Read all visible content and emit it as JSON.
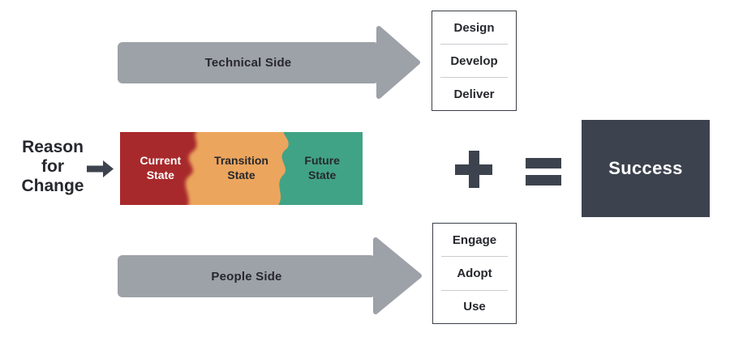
{
  "colors": {
    "arrow_gray": "#9DA1A8",
    "dark_slate": "#3D434E",
    "red": "#A8292B",
    "orange": "#ECA55D",
    "green": "#41A385",
    "box_border": "#3B4046",
    "divider": "#C9CCD0",
    "text_dark": "#26282D",
    "text_light": "#FFFFFF"
  },
  "reason": {
    "lines": [
      "Reason",
      "for",
      "Change"
    ]
  },
  "top_flow": {
    "arrow_label": "Technical Side",
    "steps": [
      "Design",
      "Develop",
      "Deliver"
    ]
  },
  "states": {
    "current": "Current\nState",
    "transition": "Transition\nState",
    "future": "Future\nState"
  },
  "operators": {
    "plus": "+",
    "equals": "="
  },
  "result": {
    "label": "Success"
  },
  "bottom_flow": {
    "arrow_label": "People Side",
    "steps": [
      "Engage",
      "Adopt",
      "Use"
    ]
  }
}
